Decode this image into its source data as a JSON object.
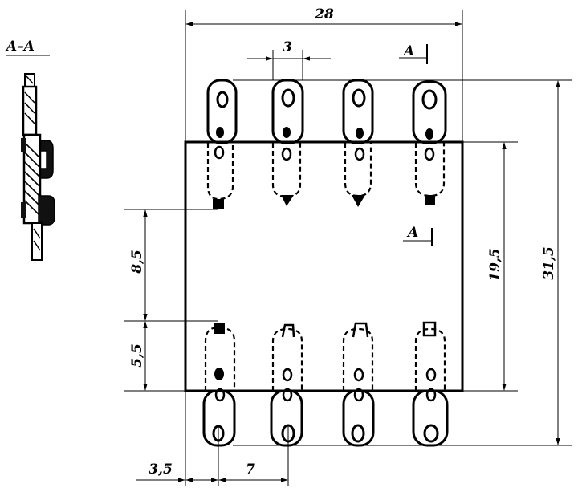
{
  "section_view": {
    "label": "A–A"
  },
  "section_markers": {
    "top": "A",
    "middle": "A"
  },
  "dimensions": {
    "overall_width": "28",
    "pin_width": "3",
    "overall_height": "31,5",
    "body_height": "19,5",
    "upper_offset": "8,5",
    "lower_offset": "5,5",
    "edge_offset": "3,5",
    "pin_pitch": "7"
  },
  "pin_count_per_side": 4
}
